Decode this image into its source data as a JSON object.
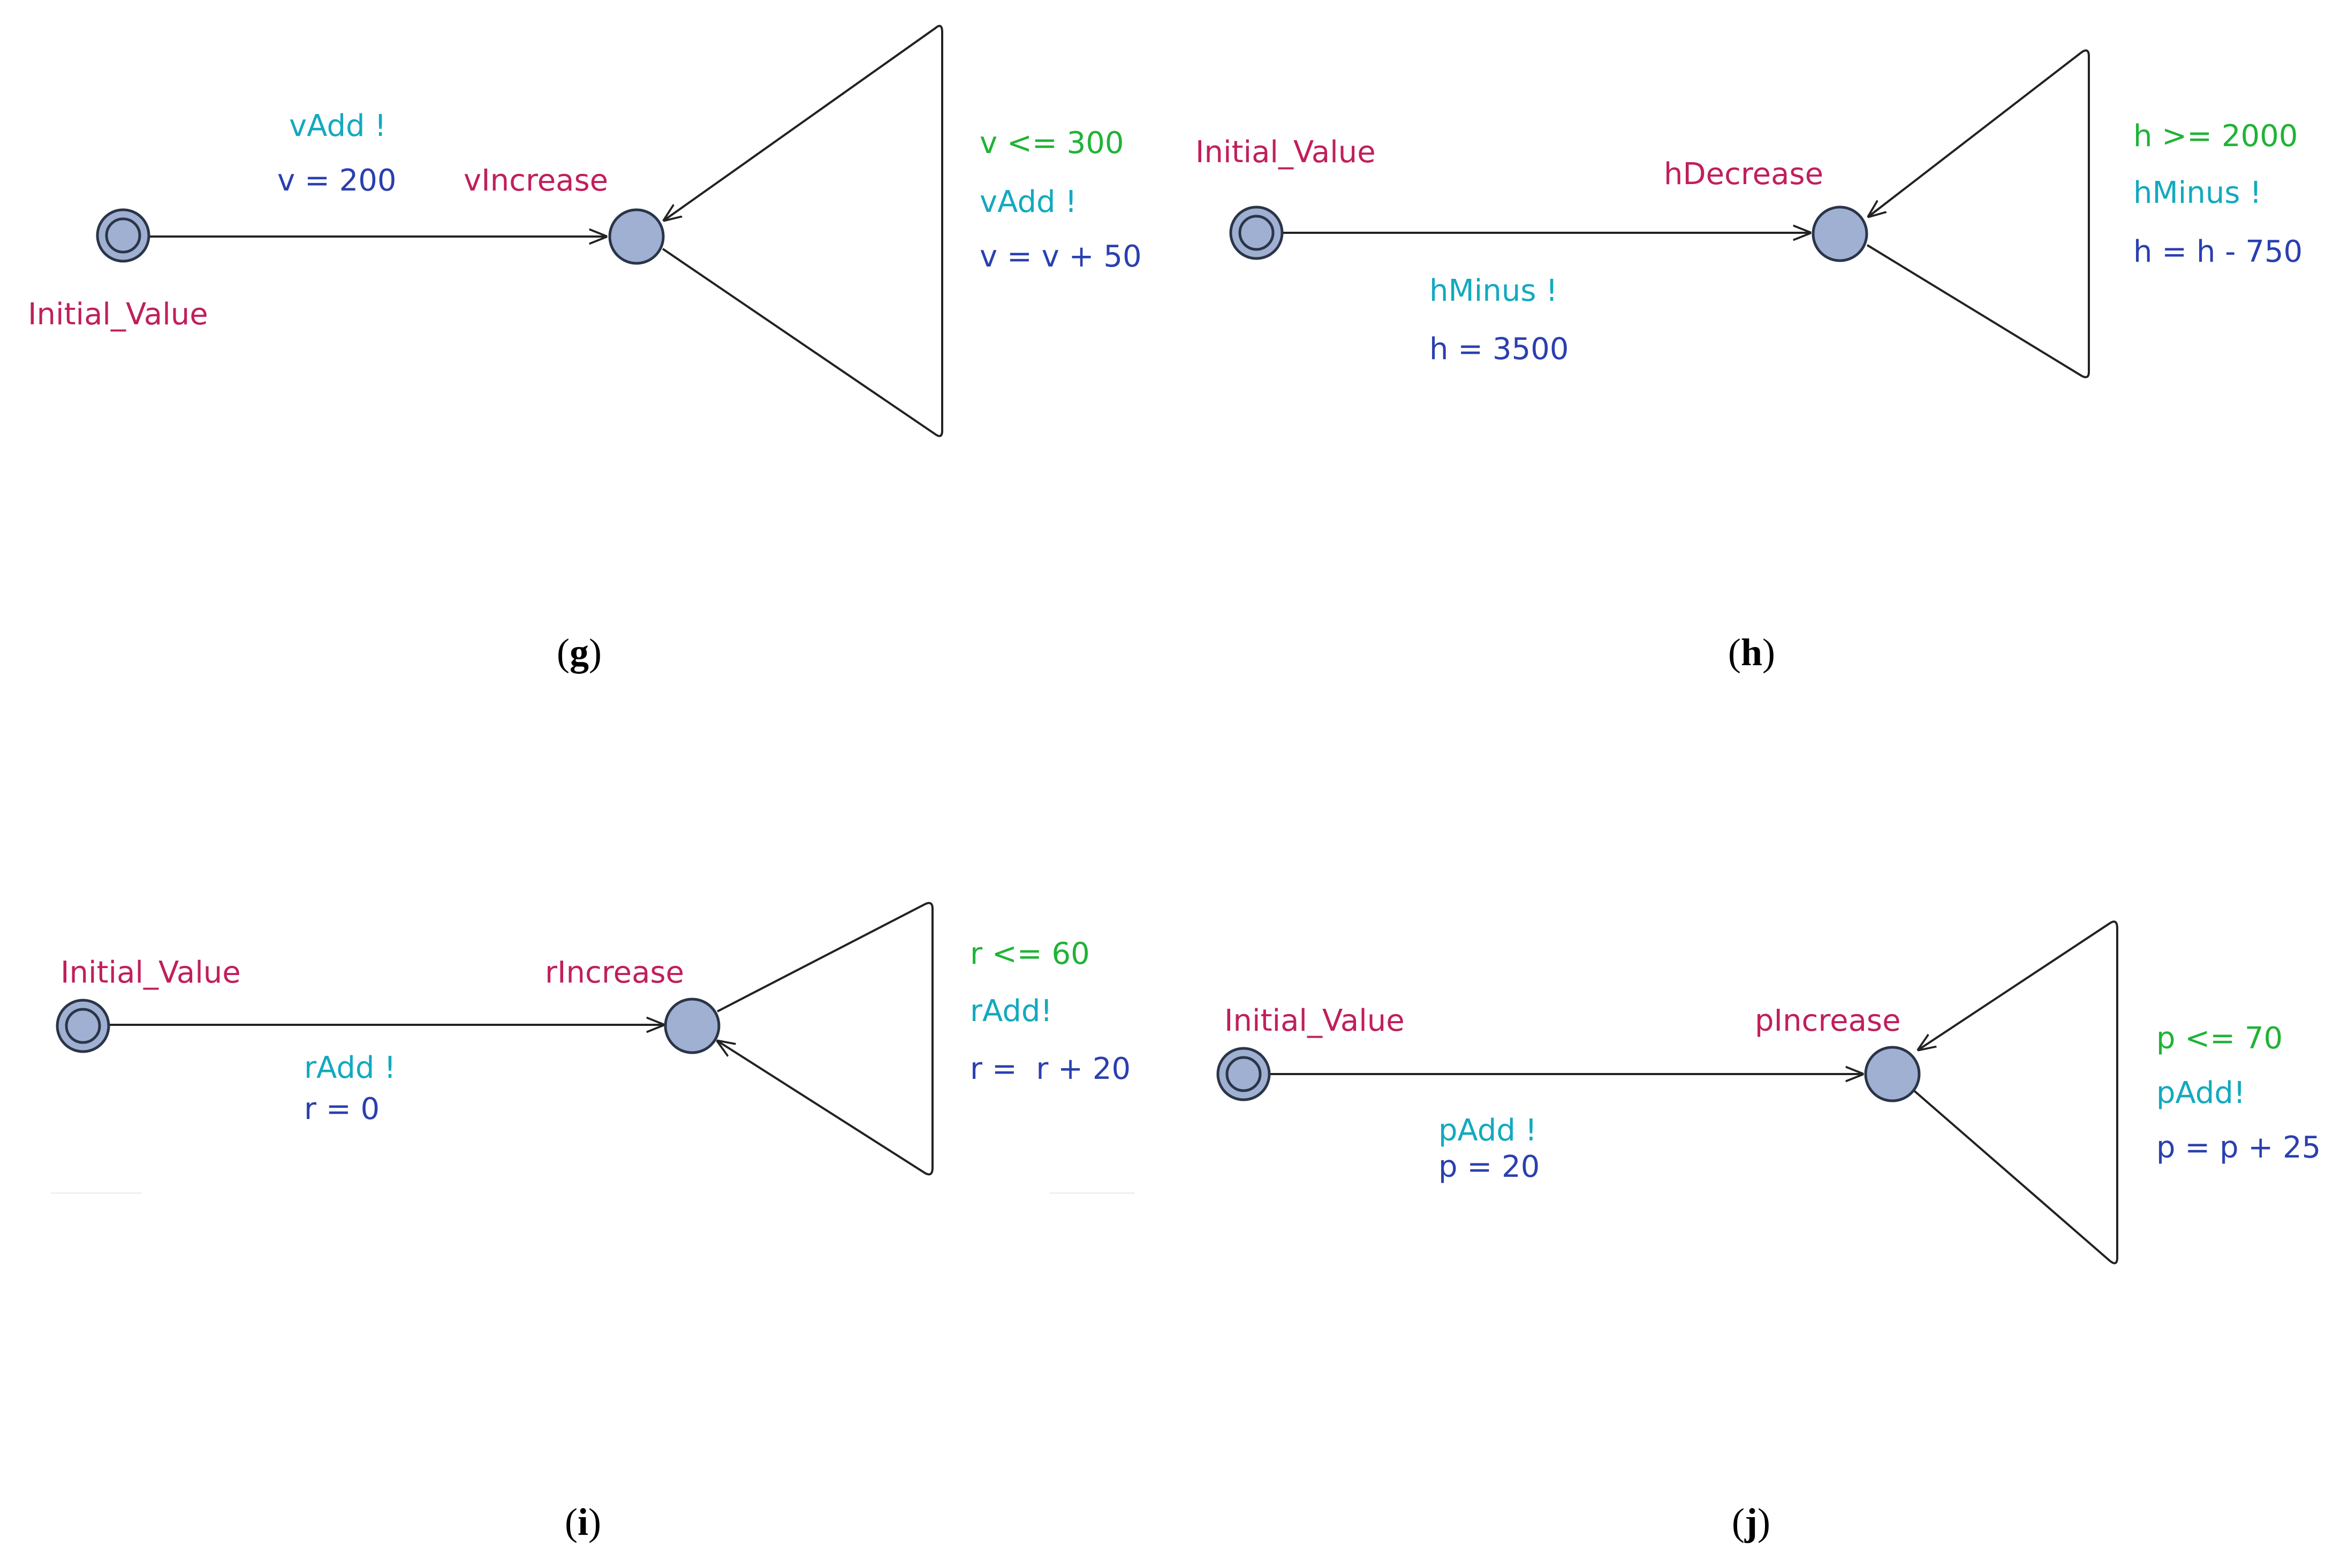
{
  "panels": {
    "g": {
      "caption_letter": "g",
      "initial_label": "Initial_Value",
      "state_label": "vIncrease",
      "edge_sync": "vAdd !",
      "edge_assign": "v = 200",
      "loop_guard": "v <= 300",
      "loop_sync": "vAdd !",
      "loop_assign": "v = v + 50"
    },
    "h": {
      "caption_letter": "h",
      "initial_label": "Initial_Value",
      "state_label": "hDecrease",
      "edge_sync": "hMinus !",
      "edge_assign": "h = 3500",
      "loop_guard": "h >= 2000",
      "loop_sync": "hMinus !",
      "loop_assign": "h = h - 750"
    },
    "i": {
      "caption_letter": "i",
      "initial_label": "Initial_Value",
      "state_label": "rIncrease",
      "edge_sync": "rAdd !",
      "edge_assign": "r = 0",
      "loop_guard": "r <= 60",
      "loop_sync": "rAdd!",
      "loop_assign": "r =  r + 20"
    },
    "j": {
      "caption_letter": "j",
      "initial_label": "Initial_Value",
      "state_label": "pIncrease",
      "edge_sync": "pAdd !",
      "edge_assign": "p = 20",
      "loop_guard": "p <= 70",
      "loop_sync": "pAdd!",
      "loop_assign": "p = p + 25"
    }
  },
  "colors": {
    "location_name": "#c01f5c",
    "guard": "#1fb336",
    "synchronisation": "#13a9bf",
    "assignment": "#2a3fb0",
    "state_fill": "#9fb0d2",
    "state_stroke": "#2b3548"
  }
}
